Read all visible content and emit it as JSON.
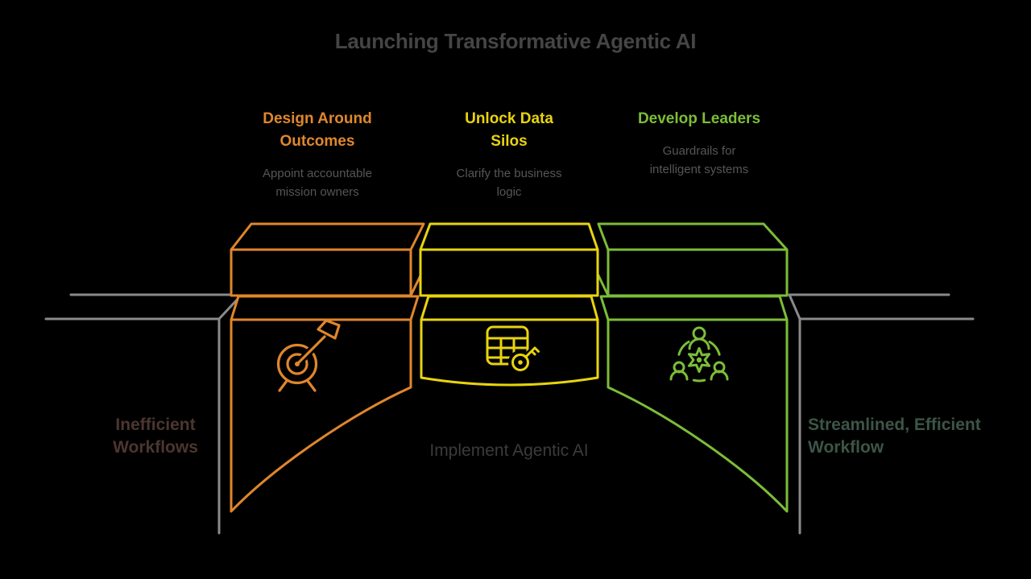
{
  "title": "Launching Transformative Agentic AI",
  "columns": [
    {
      "heading": "Design Around Outcomes",
      "subtext": "Appoint accountable mission owners",
      "color": "#e0872c",
      "icon": "target-arrow-icon"
    },
    {
      "heading": "Unlock Data Silos",
      "subtext": "Clarify the business logic",
      "color": "#e8d40e",
      "icon": "data-table-key-icon"
    },
    {
      "heading": "Develop Leaders",
      "subtext": "Guardrails for intelligent systems",
      "color": "#7cbd38",
      "icon": "team-gear-icon"
    }
  ],
  "bridge": {
    "left_label": "Inefficient Workflows",
    "center_label": "Implement Agentic AI",
    "right_label": "Streamlined, Efficient Workflow",
    "structure_color": "#8a8a8a"
  },
  "colors": {
    "background": "#000000",
    "title_text": "#454545",
    "column_subtext": "#56565a",
    "left_label_text": "#4c3630",
    "center_label_text": "#3b3b3d",
    "right_label_text": "#3c5547"
  }
}
